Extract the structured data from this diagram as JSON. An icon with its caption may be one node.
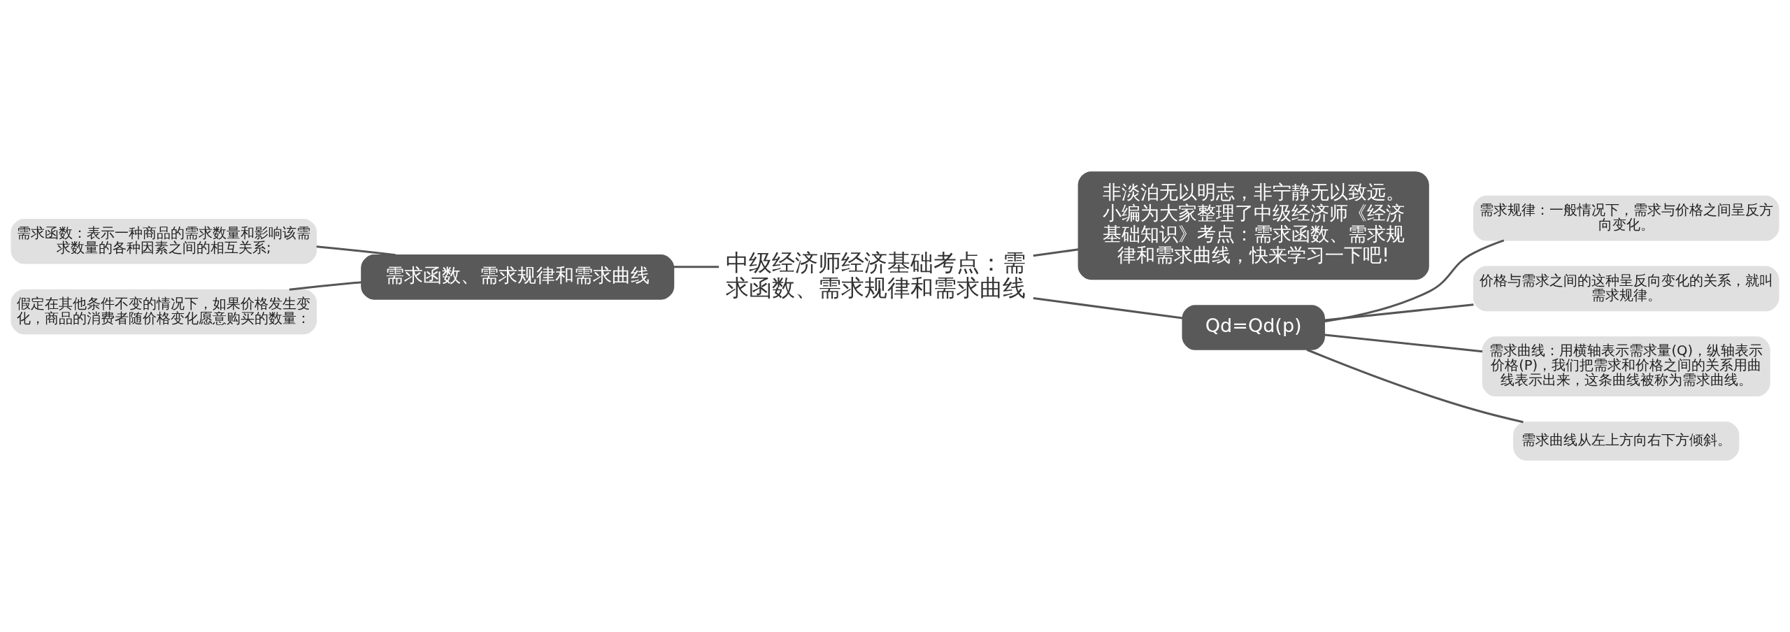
{
  "diagram": {
    "nodes": [
      {
        "text": [
          "中级经济师经济基础考点：需求函数、需求规律和需求曲线"
        ]
      },
      {
        "text": [
          "非淡泊无以明志，非宁静无以致远。小编为大家整理了中级经济师《经济基础知识》考点：需求函数、需求规律和需求曲线，快来学习一下吧!"
        ]
      },
      {
        "text": [
          "需求函数、需求规律和需求曲线"
        ]
      },
      {
        "text": [
          "需求函数：表示一种商品的需求数量和影响该需求数量的各种因素之间的相互关系;"
        ]
      },
      {
        "text": [
          "假定在其他条件不变的情况下，如果价格发生变化，商品的消费者随价格变化愿意购买的数量："
        ]
      },
      {
        "text": [
          "Qd=Qd(p)"
        ]
      },
      {
        "text": [
          "需求规律：一般情况下，需求与价格之间呈反方向变化。"
        ]
      },
      {
        "text": [
          "价格与需求之间的这种呈反向变化的关系，就叫需求规律。"
        ]
      },
      {
        "text": [
          "需求曲线：用横轴表示需求量(Q)，纵轴表示价格(P)，我们把需求和价格之间的关系用曲线表示出来，这条曲线被称为需求曲线。"
        ]
      },
      {
        "text": [
          "需求曲线从左上方向右下方倾斜。"
        ]
      }
    ],
    "edges": [
      {
        "from": 0,
        "to": 1,
        "arrow": "none"
      },
      {
        "from": 0,
        "to": 2,
        "arrow": "none"
      },
      {
        "from": 2,
        "to": 3,
        "arrow": "none"
      },
      {
        "from": 2,
        "to": 4,
        "arrow": "none"
      },
      {
        "from": 0,
        "to": 5,
        "arrow": "none"
      },
      {
        "from": 5,
        "to": 6,
        "arrow": "none"
      },
      {
        "from": 5,
        "to": 7,
        "arrow": "none"
      },
      {
        "from": 5,
        "to": 8,
        "arrow": "none"
      },
      {
        "from": 5,
        "to": 9,
        "arrow": "none"
      }
    ]
  }
}
